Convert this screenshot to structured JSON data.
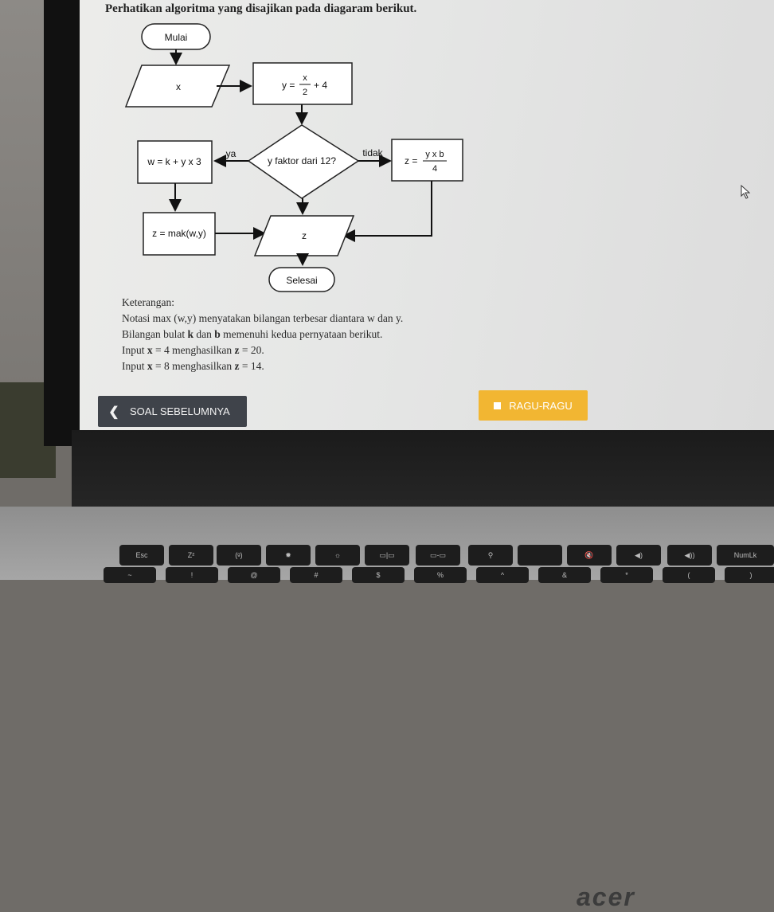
{
  "question": {
    "title": "Perhatikan algoritma yang disajikan pada diagaram berikut."
  },
  "flowchart": {
    "start": "Mulai",
    "input": "x",
    "assign_y": {
      "prefix": "y =",
      "num": "x",
      "den": "2",
      "suffix": "+ 4"
    },
    "decision": "y faktor dari 12?",
    "yes_label": "ya",
    "no_label": "tidak",
    "assign_w": "w = k + y x 3",
    "assign_z_yes": "z = mak(w,y)",
    "assign_z_no": {
      "prefix": "z =",
      "num": "y x b",
      "den": "4"
    },
    "output": "z",
    "end": "Selesai"
  },
  "notes": {
    "heading": "Keterangan:",
    "line1": "Notasi max (w,y) menyatakan bilangan terbesar diantara w dan y.",
    "line2_a": "Bilangan bulat ",
    "line2_k": "k",
    "line2_b": " dan ",
    "line2_bvar": "b",
    "line2_c": " memenuhi kedua pernyataan berikut.",
    "line3_a": "Input ",
    "line3_x": "x",
    "line3_b": " = 4 menghasilkan ",
    "line3_z": "z",
    "line3_c": " = 20.",
    "line4_a": "Input ",
    "line4_x": "x",
    "line4_b": " = 8 menghasilkan ",
    "line4_z": "z",
    "line4_c": " = 14."
  },
  "navigation": {
    "prev_label": "SOAL SEBELUMNYA",
    "doubt_label": "RAGU-RAGU"
  },
  "laptop": {
    "brand": "acer"
  },
  "keyboard": {
    "row1": [
      "Esc",
      "Z²",
      "(ᵍ)",
      "✹",
      "☼",
      "▭|▭",
      "▭-▭",
      "⚲",
      "",
      "🔇",
      "◀)",
      "◀))",
      "NumLk"
    ],
    "row2": [
      "~",
      "!",
      "@",
      "#",
      "$",
      "%",
      "^",
      "&",
      "*",
      "(",
      ")"
    ]
  },
  "colors": {
    "prev_button_bg": "#3f434a",
    "doubt_button_bg": "#f2b632"
  },
  "icons": {
    "prev": "chevron-left-icon",
    "doubt": "square-icon",
    "cursor": "mouse-pointer-icon"
  }
}
